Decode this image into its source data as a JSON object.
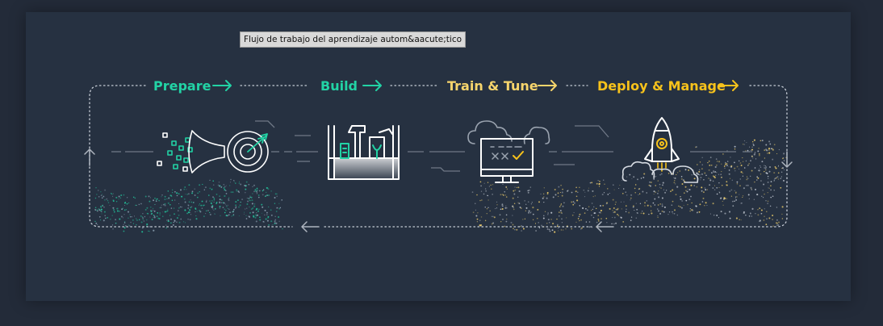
{
  "tooltip": {
    "text": "Flujo de trabajo del aprendizaje autom&aacute;tico"
  },
  "steps": [
    {
      "label": "Prepare",
      "icon": "funnel-target-icon",
      "color": "#22d3a5"
    },
    {
      "label": "Build",
      "icon": "toolbox-icon",
      "color": "#22d3a5"
    },
    {
      "label": "Train & Tune",
      "icon": "monitor-clouds-icon",
      "color": "#f7d56c"
    },
    {
      "label": "Deploy & Manage",
      "icon": "rocket-icon",
      "color": "#f7c21b"
    }
  ],
  "colors": {
    "background": "#232b39",
    "panel": "#263141",
    "line": "#c7cdd6",
    "teal": "#22d3a5",
    "yellow": "#f7c21b"
  }
}
